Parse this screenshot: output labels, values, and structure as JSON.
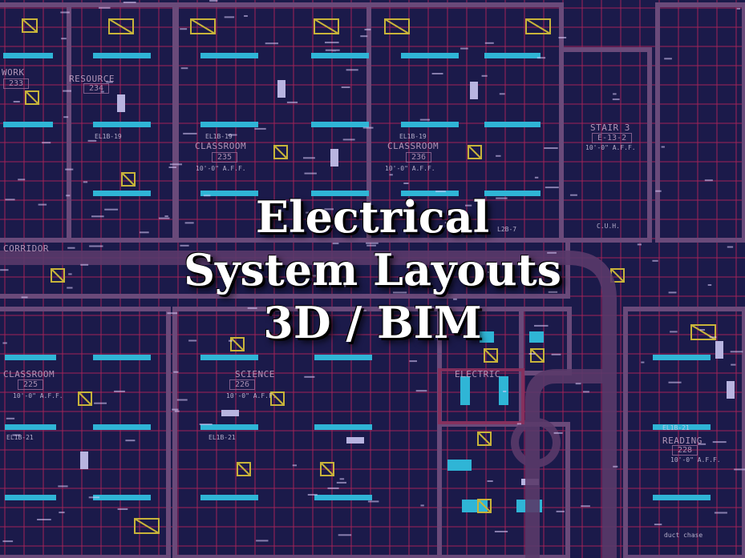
{
  "title": {
    "line1": "Electrical",
    "line2": "System Layouts",
    "line3": "3D / BIM"
  },
  "colors": {
    "background": "#1b1a4a",
    "grid": "#b0245a",
    "walls": "#5a3a6a",
    "fixture": "#2fb5d6",
    "symbol": "#c8b43a",
    "title_text": "#ffffff"
  },
  "rooms": [
    {
      "name": "WORK",
      "number": "233"
    },
    {
      "name": "RESOURCE",
      "number": "234"
    },
    {
      "name": "CLASSROOM",
      "number": "235"
    },
    {
      "name": "CLASSROOM",
      "number": "236"
    },
    {
      "name": "STAIR 3",
      "number": "E-13-2"
    },
    {
      "name": "CORRIDOR",
      "number": ""
    },
    {
      "name": "CLASSROOM",
      "number": "225"
    },
    {
      "name": "SCIENCE",
      "number": "226"
    },
    {
      "name": "ELECTRIC",
      "number": ""
    },
    {
      "name": "READING",
      "number": "228"
    }
  ],
  "tags": {
    "aff": "10'-0\" A.F.F.",
    "circuit1": "EL1B-19",
    "circuit2": "EL1B-21",
    "cuh": "C.U.H.",
    "duct": "duct chase",
    "panel": "L2B-7"
  }
}
